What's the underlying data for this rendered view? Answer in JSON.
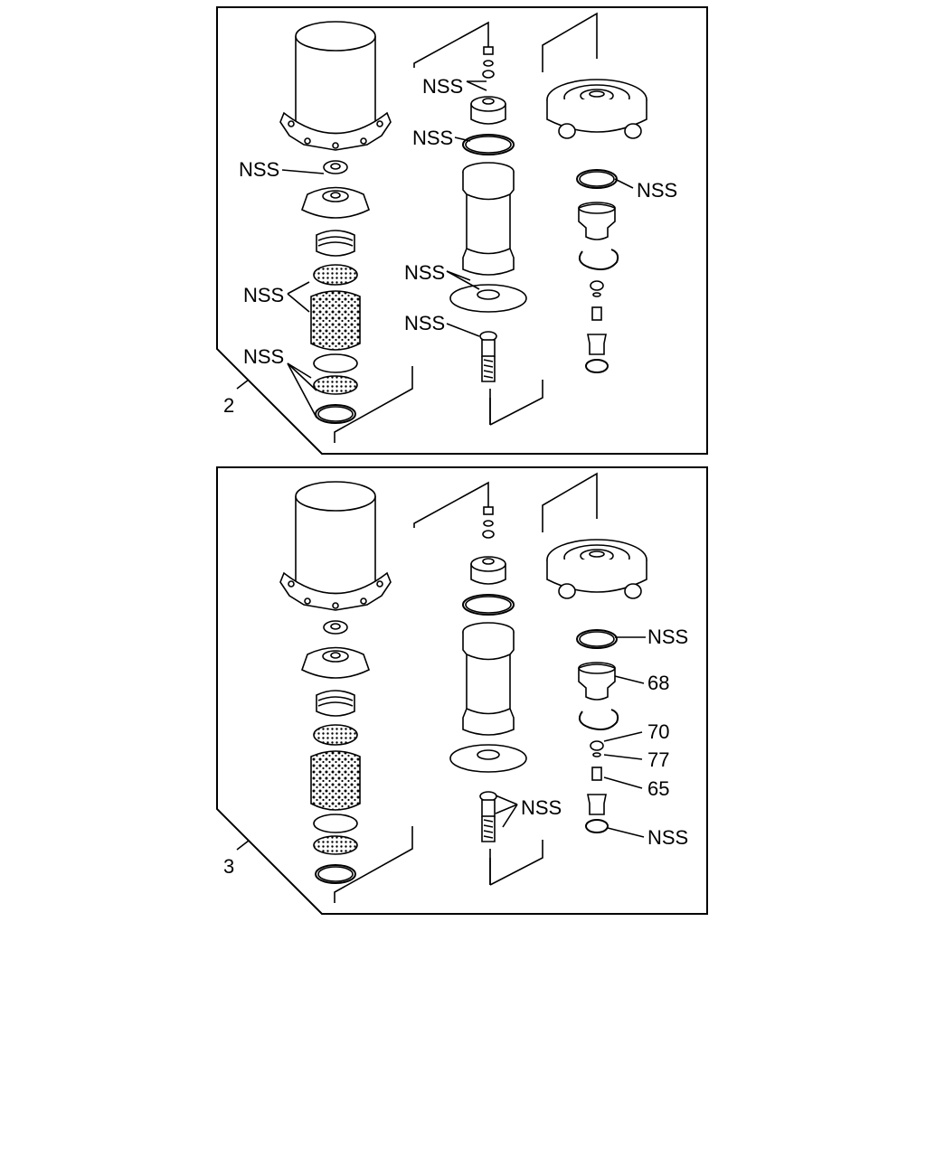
{
  "panels": [
    {
      "id": "2",
      "callout": "2",
      "labels": {
        "nss_top_center": "NSS",
        "nss_oring_center": "NSS",
        "nss_cap": "NSS",
        "nss_right_oring": "NSS",
        "nss_filters": "NSS",
        "nss_seals": "NSS",
        "nss_mid_seals": "NSS",
        "nss_lower_seal": "NSS"
      }
    },
    {
      "id": "3",
      "callout": "3",
      "labels": {
        "nss_right_oring": "NSS",
        "part_68": "68",
        "part_70": "70",
        "part_77": "77",
        "part_65": "65",
        "nss_bottom_clip": "NSS",
        "nss_valve_seals": "NSS"
      }
    }
  ]
}
